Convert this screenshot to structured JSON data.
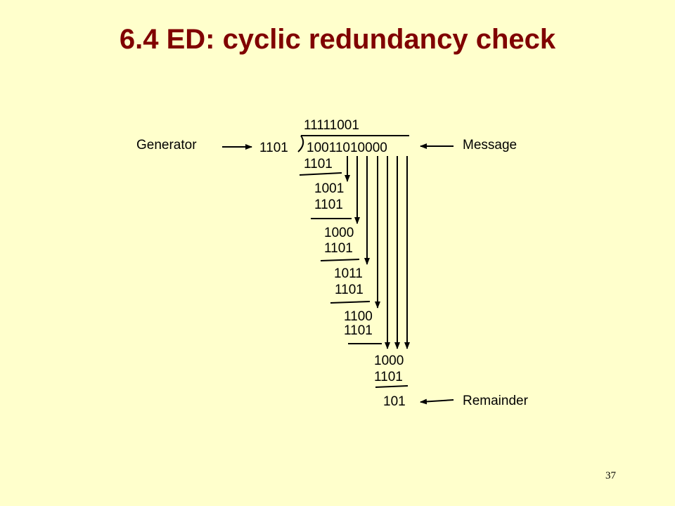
{
  "slide": {
    "title": "6.4 ED: cyclic redundancy check",
    "number": "37"
  },
  "labels": {
    "generator": "Generator",
    "message": "Message",
    "remainder": "Remainder"
  },
  "division": {
    "quotient": "11111001",
    "divisor": "1101",
    "dividend": "10011010000",
    "steps": [
      {
        "subtrahend": "1101",
        "result": "1001"
      },
      {
        "subtrahend": "1101",
        "result": "1000"
      },
      {
        "subtrahend": "1101",
        "result": "1011"
      },
      {
        "subtrahend": "1101",
        "result": "1100"
      },
      {
        "subtrahend": "1101",
        "result": "1000"
      },
      {
        "subtrahend": "1101",
        "result": "101"
      }
    ]
  }
}
